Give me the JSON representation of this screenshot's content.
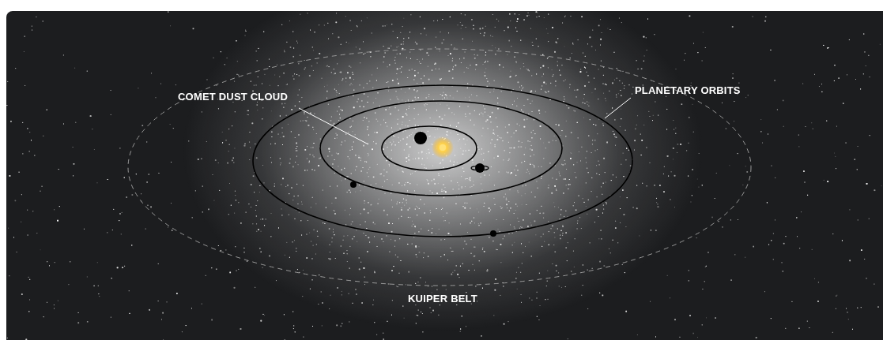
{
  "diagram": {
    "labels": [
      "COMET DUST CLOUD",
      "PLANETARY ORBITS",
      "KUIPER BELT"
    ]
  }
}
